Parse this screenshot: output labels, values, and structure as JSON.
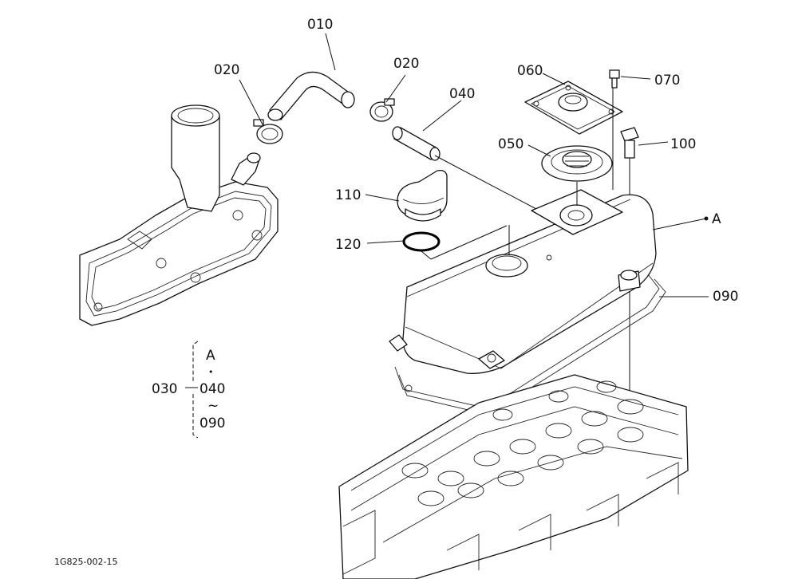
{
  "labels": {
    "p010": "010",
    "p020a": "020",
    "p020b": "020",
    "p040": "040",
    "p060": "060",
    "p070": "070",
    "p050": "050",
    "p100": "100",
    "p110": "110",
    "pA": "A",
    "p120": "120",
    "p090": "090"
  },
  "legend": {
    "top": "A",
    "dot": "•",
    "assembly": "030",
    "from": "040",
    "tilde": "~",
    "to": "090"
  },
  "figure_code": "1G825-002-15"
}
